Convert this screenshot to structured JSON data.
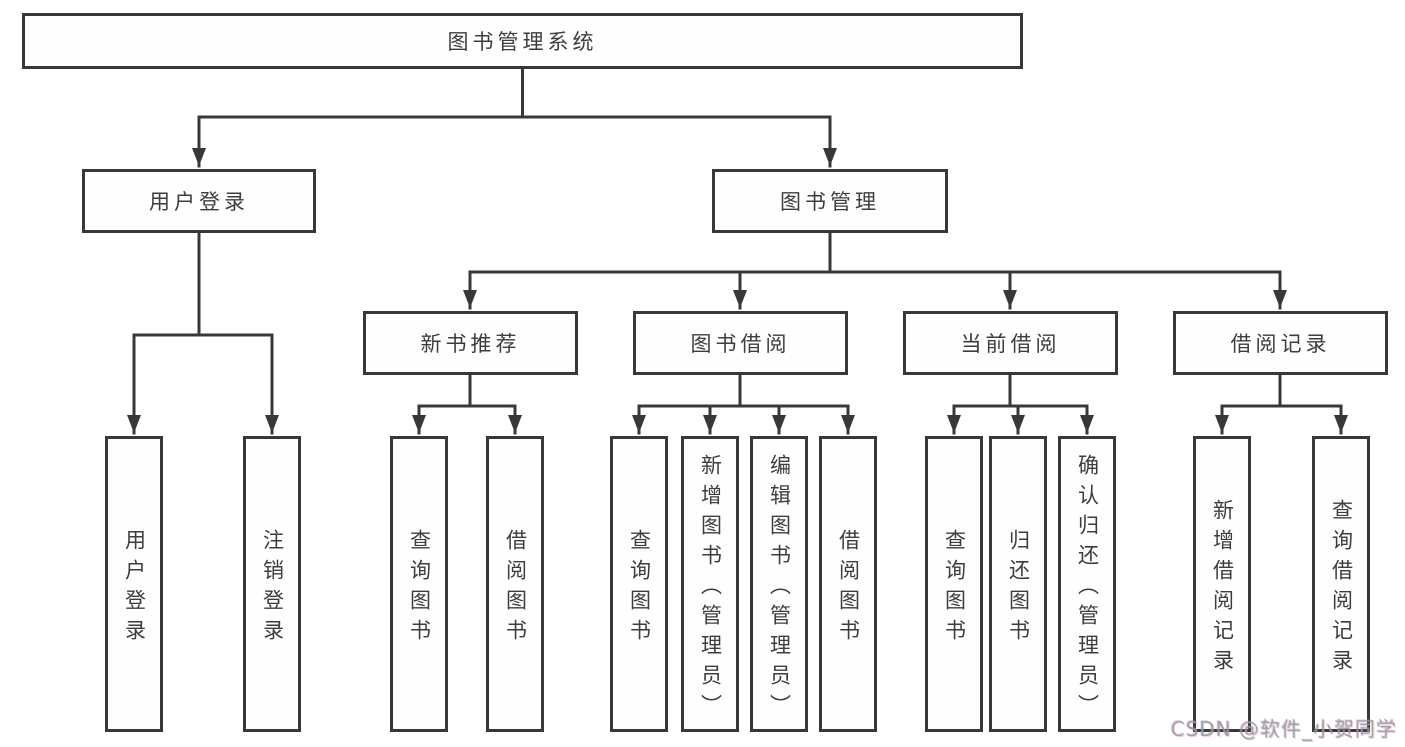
{
  "tree": {
    "root": "图书管理系统",
    "branches": [
      {
        "label": "用户登录",
        "children": [
          "用户登录",
          "注销登录"
        ]
      },
      {
        "label": "图书管理",
        "groups": [
          {
            "label": "新书推荐",
            "children": [
              "查询图书",
              "借阅图书"
            ]
          },
          {
            "label": "图书借阅",
            "children": [
              "查询图书",
              "新增图书（管理员）",
              "编辑图书（管理员）",
              "借阅图书"
            ]
          },
          {
            "label": "当前借阅",
            "children": [
              "查询图书",
              "归还图书",
              "确认归还（管理员）"
            ]
          },
          {
            "label": "借阅记录",
            "children": [
              "新增借阅记录",
              "查询借阅记录"
            ]
          }
        ]
      }
    ]
  },
  "watermark": "CSDN @软件_小贺同学",
  "colors": {
    "line": "#383838",
    "text": "#3d3d3d",
    "background": "#ffffff",
    "watermark": "#969696"
  }
}
